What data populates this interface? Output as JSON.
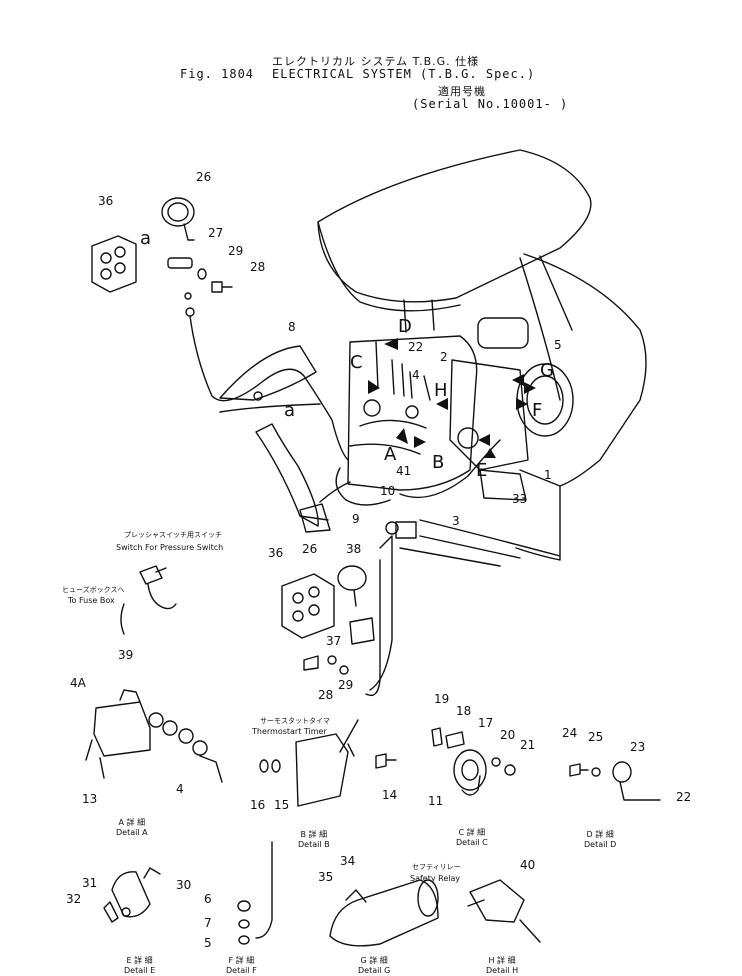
{
  "header": {
    "jp_title": "エレクトリカル システム T.B.G. 仕様",
    "fig": "Fig. 1804",
    "title": "ELECTRICAL SYSTEM (T.B.G. Spec.)",
    "jp_serial": "適用号機",
    "serial": "(Serial No.10001- )"
  },
  "labels": {
    "pressure_switch_jp": "プレッシャスイッチ用スイッチ",
    "pressure_switch": "Switch For Pressure Switch",
    "fuse_box_jp": "ヒューズボックスへ",
    "fuse_box": "To Fuse Box",
    "thermostart_jp": "サーモスタットタイマ",
    "thermostart": "Thermostart Timer",
    "safety_relay_jp": "セフティリレー",
    "safety_relay": "Safety Relay"
  },
  "details": {
    "a_jp": "A 詳 細",
    "a": "Detail A",
    "b_jp": "B 詳 細",
    "b": "Detail B",
    "c_jp": "C 詳 細",
    "c": "Detail C",
    "d_jp": "D 詳 細",
    "d": "Detail D",
    "e_jp": "E 詳 細",
    "e": "Detail E",
    "f_jp": "F 詳 細",
    "f": "Detail F",
    "g_jp": "G 詳 細",
    "g": "Detail G",
    "h_jp": "H 詳 細",
    "h": "Detail H"
  },
  "view_letters": {
    "A": "A",
    "B": "B",
    "C": "C",
    "D": "D",
    "E": "E",
    "F": "F",
    "G": "G",
    "H": "H",
    "a": "a"
  },
  "part_numbers": {
    "p1": "1",
    "p2": "2",
    "p3": "3",
    "p4": "4",
    "p4a": "4A",
    "p5": "5",
    "p6": "6",
    "p7": "7",
    "p8": "8",
    "p9": "9",
    "p10": "10",
    "p11": "11",
    "p13": "13",
    "p14": "14",
    "p15": "15",
    "p16": "16",
    "p17": "17",
    "p18": "18",
    "p19": "19",
    "p20": "20",
    "p21": "21",
    "p22": "22",
    "p23": "23",
    "p24": "24",
    "p25": "25",
    "p26": "26",
    "p27": "27",
    "p28": "28",
    "p29": "29",
    "p30": "30",
    "p31": "31",
    "p32": "32",
    "p33": "33",
    "p34": "34",
    "p35": "35",
    "p36": "36",
    "p37": "37",
    "p38": "38",
    "p39": "39",
    "p40": "40",
    "p41": "41"
  }
}
